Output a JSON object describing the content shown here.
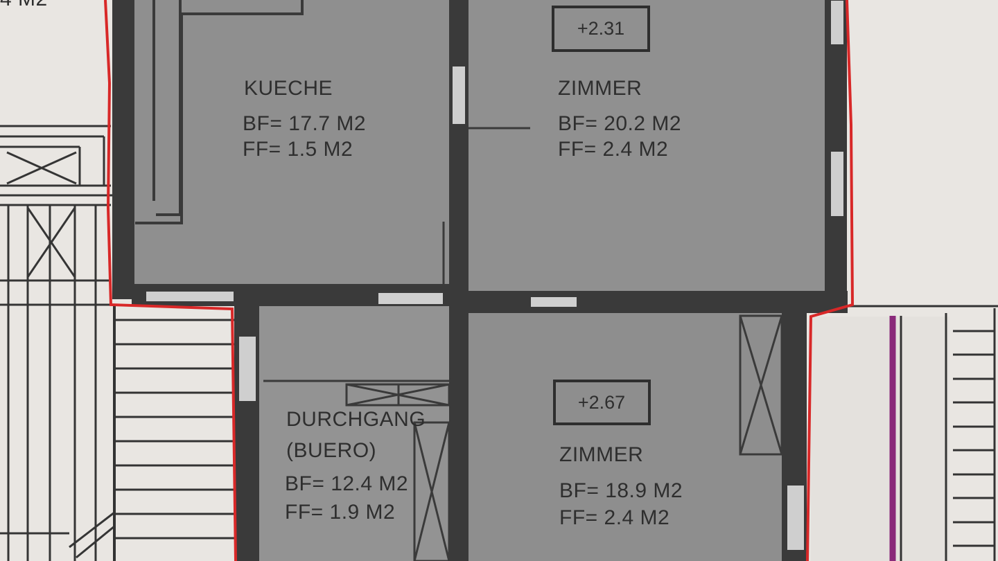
{
  "plan": {
    "corner_label": "4 M2",
    "rooms": [
      {
        "id": "kueche",
        "name": "KUECHE",
        "bf": "BF= 17.7 M2",
        "ff": "FF=  1.5 M2"
      },
      {
        "id": "zimmer-top",
        "name": "ZIMMER",
        "bf": "BF= 20.2 M2",
        "ff": "FF=  2.4 M2",
        "level": "+2.31"
      },
      {
        "id": "durchgang",
        "name": "DURCHGANG",
        "subname": "(BUERO)",
        "bf": "BF= 12.4 M2",
        "ff": "FF=  1.9 M2"
      },
      {
        "id": "zimmer-bottom",
        "name": "ZIMMER",
        "bf": "BF= 18.9 M2",
        "ff": "FF=  2.4 M2",
        "level": "+2.67"
      }
    ],
    "colors": {
      "paper": "#e9e6e2",
      "room_fill": "#8f8f8f",
      "wall": "#3a3a3a",
      "outline_red": "#d82828",
      "outline_purple": "#8a2a7a",
      "ink": "#2e2e2e"
    }
  }
}
